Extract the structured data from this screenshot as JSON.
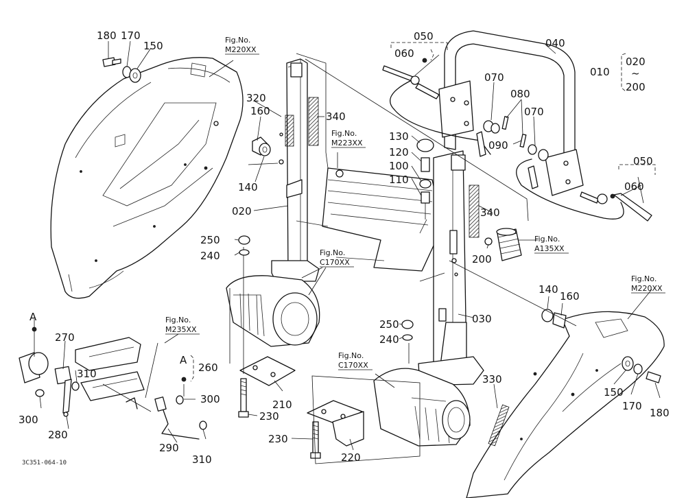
{
  "part_numbers": {
    "p010": "010",
    "p020_range": "020",
    "p200_range": "200",
    "p020": "020",
    "p030": "030",
    "p040": "040",
    "p050_top": "050",
    "p050_right": "050",
    "p060_top": "060",
    "p060_right": "060",
    "p070_a": "070",
    "p070_b": "070",
    "p080": "080",
    "p090": "090",
    "p100": "100",
    "p110": "110",
    "p120": "120",
    "p130": "130",
    "p140_left": "140",
    "p140_right": "140",
    "p150_left": "150",
    "p150_right": "150",
    "p160_left": "160",
    "p160_right": "160",
    "p170_left": "170",
    "p170_right": "170",
    "p180_left": "180",
    "p180_right": "180",
    "p200": "200",
    "p210": "210",
    "p220": "220",
    "p230_a": "230",
    "p230_b": "230",
    "p240_a": "240",
    "p240_b": "240",
    "p250_a": "250",
    "p250_b": "250",
    "p260": "260",
    "p270": "270",
    "p280": "280",
    "p290": "290",
    "p300_a": "300",
    "p300_b": "300",
    "p310_a": "310",
    "p310_b": "310",
    "p320": "320",
    "p330": "330",
    "p340_a": "340",
    "p340_b": "340"
  },
  "callouts": {
    "A_left": "A",
    "A_mid": "A",
    "tilde": "~"
  },
  "figure_refs": {
    "fig_label": "Fig.No.",
    "m220_left": "M220XX",
    "m220_right": "M220XX",
    "m223": "M223XX",
    "c170_top": "C170XX",
    "c170_bottom": "C170XX",
    "a135": "A135XX",
    "m235": "M235XX"
  },
  "footer": {
    "drawing_code": "3C351-064-10"
  }
}
